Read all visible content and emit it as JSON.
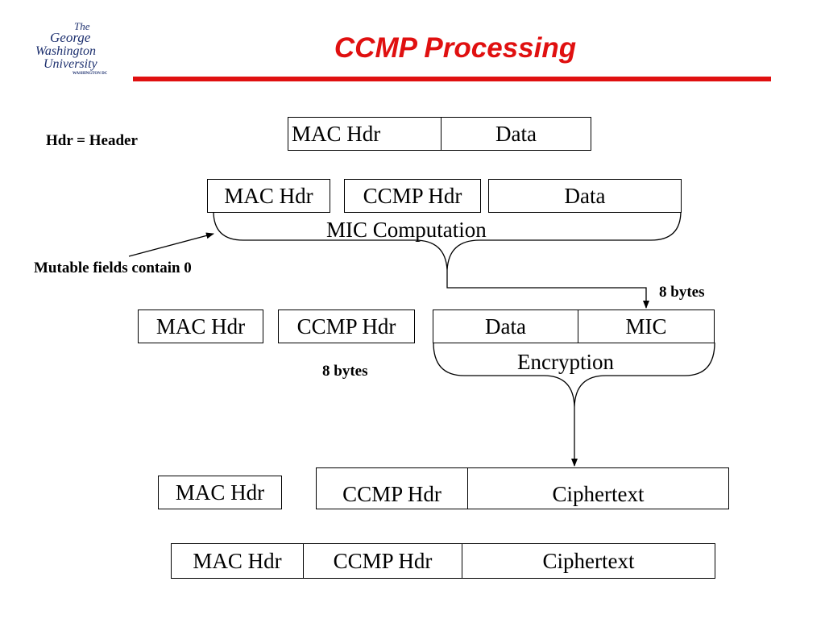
{
  "header": {
    "title": "CCMP Processing",
    "logo_lines": [
      "The",
      "George",
      "Washington",
      "University",
      "WASHINGTON DC"
    ]
  },
  "colors": {
    "title": "#e01010",
    "rule": "#e01010",
    "logo": "#1c2f6e"
  },
  "notes": {
    "hdr_definition": "Hdr = Header",
    "mutable_fields": "Mutable fields contain 0",
    "mic_size": "8 bytes",
    "ccmp_hdr_size": "8 bytes"
  },
  "rows": {
    "original": {
      "mac_hdr": "MAC Hdr",
      "data": "Data"
    },
    "mic_input": {
      "mac_hdr": "MAC Hdr",
      "ccmp_hdr": "CCMP Hdr",
      "data": "Data",
      "label": "MIC Computation"
    },
    "encryption_input": {
      "mac_hdr": "MAC Hdr",
      "ccmp_hdr": "CCMP Hdr",
      "data": "Data",
      "mic": "MIC",
      "label": "Encryption"
    },
    "encrypted_parts": {
      "mac_hdr": "MAC Hdr",
      "ccmp_hdr": "CCMP Hdr",
      "ciphertext": "Ciphertext"
    },
    "final_frame": {
      "mac_hdr": "MAC Hdr",
      "ccmp_hdr": "CCMP Hdr",
      "ciphertext": "Ciphertext"
    }
  }
}
